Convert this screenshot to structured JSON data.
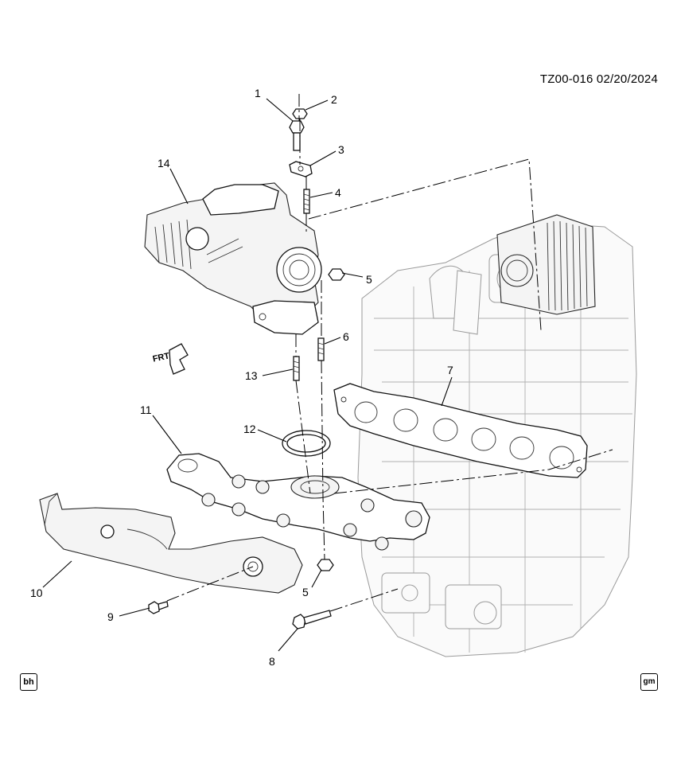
{
  "header": {
    "doc_id": "TZ00-016 02/20/2024"
  },
  "badges": {
    "left": "bh",
    "right": "gm"
  },
  "direction_arrow": {
    "label": "FRT"
  },
  "callouts": [
    {
      "id": "callout-1",
      "label": "1"
    },
    {
      "id": "callout-2",
      "label": "2"
    },
    {
      "id": "callout-3",
      "label": "3"
    },
    {
      "id": "callout-4",
      "label": "4"
    },
    {
      "id": "callout-5-upper",
      "label": "5"
    },
    {
      "id": "callout-6",
      "label": "6"
    },
    {
      "id": "callout-7",
      "label": "7"
    },
    {
      "id": "callout-8",
      "label": "8"
    },
    {
      "id": "callout-9",
      "label": "9"
    },
    {
      "id": "callout-10",
      "label": "10"
    },
    {
      "id": "callout-11",
      "label": "11"
    },
    {
      "id": "callout-12",
      "label": "12"
    },
    {
      "id": "callout-13",
      "label": "13"
    },
    {
      "id": "callout-14",
      "label": "14"
    },
    {
      "id": "callout-5-lower",
      "label": "5"
    }
  ]
}
